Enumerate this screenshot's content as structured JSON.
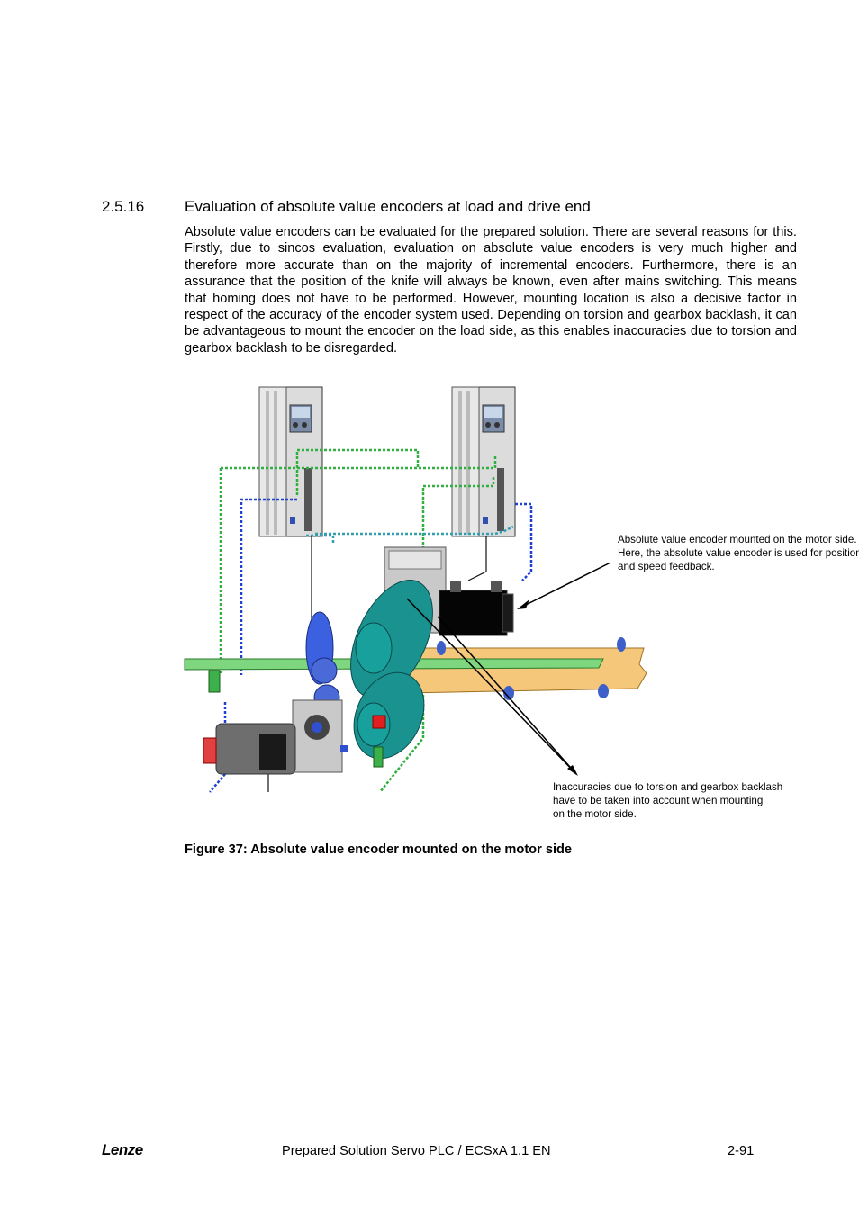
{
  "section": {
    "number": "2.5.16",
    "title": "Evaluation of absolute value encoders at load and drive end"
  },
  "body": "Absolute value encoders can be evaluated for the prepared solution. There are several reasons for this. Firstly, due to sincos evaluation, evaluation on absolute value encoders is very much higher and therefore more accurate than on the majority of incremental encoders. Furthermore, there is an assurance that the position of the knife will always be known, even after mains switching. This means that homing does not have to be performed. However, mounting location is also a decisive factor in respect of the accuracy of the encoder system used. Depending on torsion and gearbox backlash, it can be advantageous to mount the encoder on the load side, as this enables inaccuracies due to torsion and gearbox backlash to be disregarded.",
  "figure": {
    "note_motor": "Absolute value encoder mounted on the motor side.\nHere, the absolute value encoder is used for position\nand speed feedback.",
    "note_torsion": "Inaccuracies due to torsion and gearbox backlash\nhave to be taken into account when mounting\non the motor side.",
    "caption": "Figure 37: Absolute value encoder mounted on the motor side"
  },
  "footer": {
    "logo": "Lenze",
    "document": "Prepared Solution Servo PLC / ECSxA 1.1 EN",
    "page": "2-91"
  }
}
